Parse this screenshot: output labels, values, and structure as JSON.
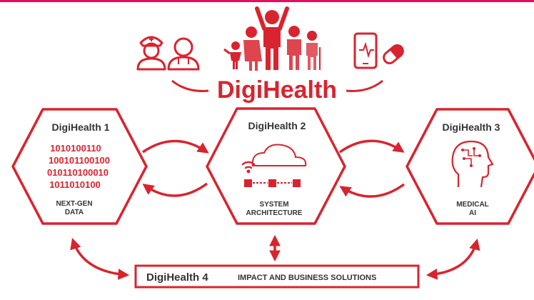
{
  "brand": {
    "name": "DigiHealth",
    "accent_color": "#d8242f",
    "border_color": "#e0105e"
  },
  "icons": {
    "left_group": [
      "nurse-icon",
      "doctor-icon"
    ],
    "center_group": [
      "family-people-icon"
    ],
    "right_group": [
      "smartphone-ecg-icon",
      "pill-capsule-icon"
    ]
  },
  "nodes": [
    {
      "title": "DigiHealth 1",
      "binary_lines": [
        "1010100110",
        "100101100100",
        "010110100010",
        "1011010100"
      ],
      "label_lines": [
        "NEXT-GEN",
        "DATA"
      ],
      "icon": "binary-data-icon"
    },
    {
      "title": "DigiHealth 2",
      "label_lines": [
        "SYSTEM",
        "ARCHITECTURE"
      ],
      "icon": "cloud-network-icon"
    },
    {
      "title": "DigiHealth 3",
      "label_lines": [
        "MEDICAL",
        "AI"
      ],
      "icon": "ai-head-icon"
    }
  ],
  "bottom_bar": {
    "title": "DigiHealth 4",
    "subtitle": "IMPACT AND BUSINESS SOLUTIONS"
  }
}
